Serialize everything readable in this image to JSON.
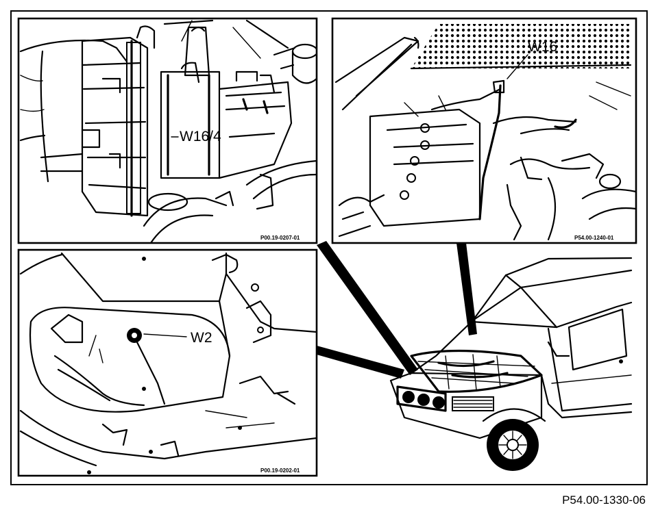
{
  "figure_id": "P54.00-1330-06",
  "panels": {
    "top_left": {
      "callout": "W16/4",
      "code": "P00.19-0207-01"
    },
    "top_right": {
      "callout": "W16",
      "code": "P54.00-1240-01"
    },
    "bottom_left": {
      "callout": "W2",
      "code": "P00.19-0202-01"
    }
  }
}
